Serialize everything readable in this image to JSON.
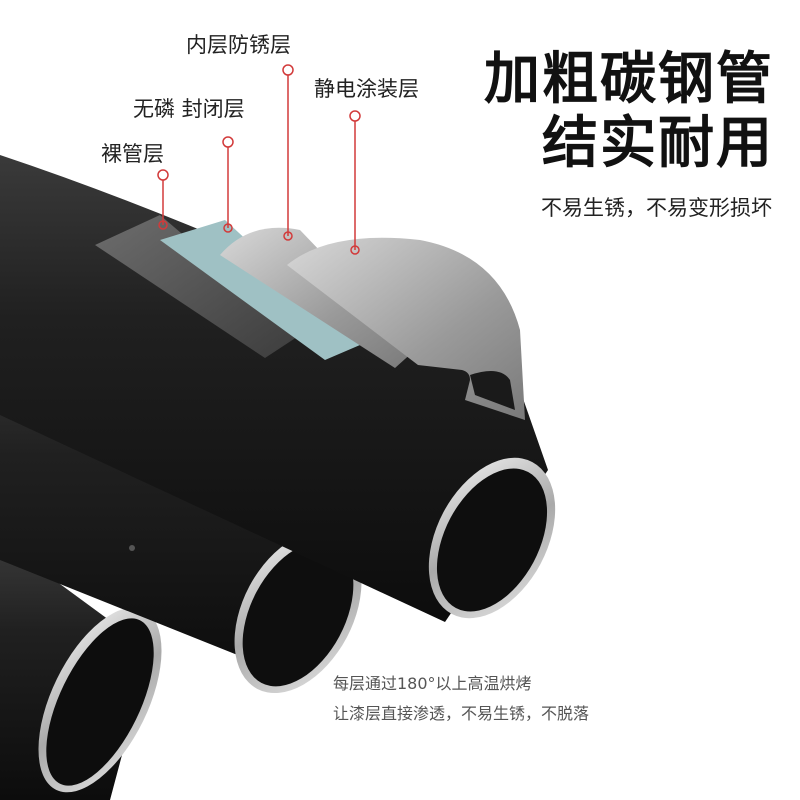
{
  "layer_labels": {
    "bare_pipe": "裸管层",
    "phosphorus_free_seal": "无磷 封闭层",
    "inner_anti_rust": "内层防锈层",
    "electrostatic_coating": "静电涂装层"
  },
  "headline": {
    "line1": "加粗碳钢管",
    "line2": "结实耐用"
  },
  "subtitle": "不易生锈，不易变形损坏",
  "notes": [
    "每层通过180°以上高温烘烤",
    "让漆层直接渗透，不易生锈，不脱落"
  ],
  "colors": {
    "accent_marker": "#d23a3a",
    "pipe_body": "#1c1c1c",
    "pipe_rim": "#c9c9c9",
    "phosphorus_layer": "#9fc1c4",
    "steel_layer": "#b5b5b5"
  }
}
